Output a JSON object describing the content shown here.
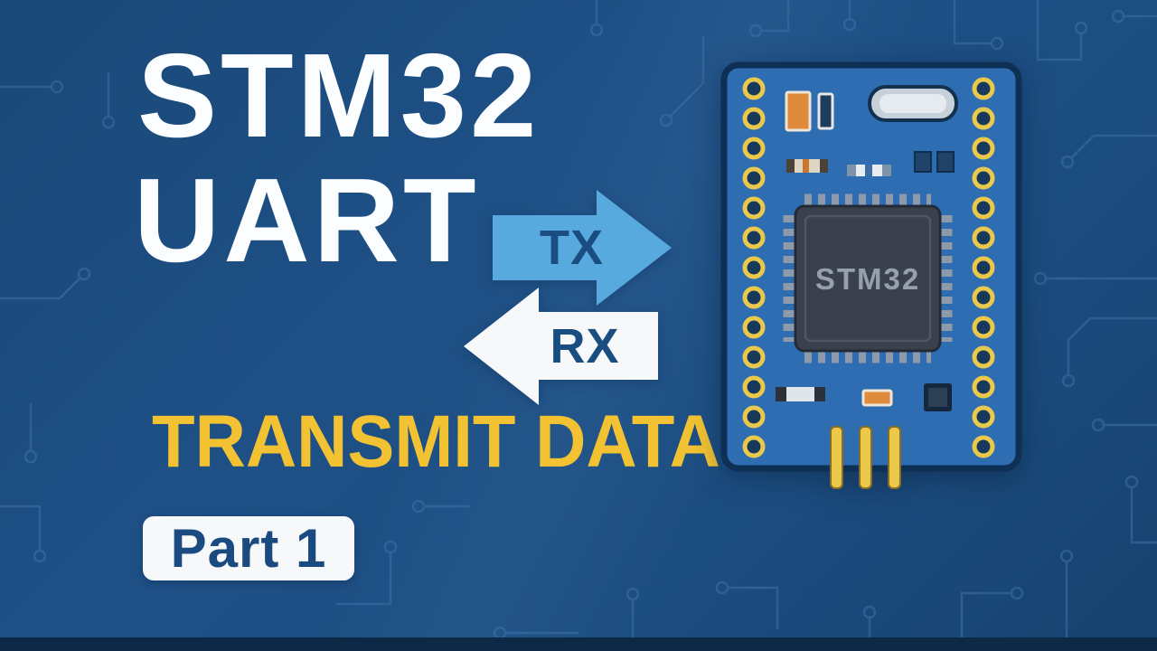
{
  "title": {
    "line1": "STM32",
    "line2": "UART"
  },
  "flow": {
    "tx_label": "TX",
    "rx_label": "RX"
  },
  "subtitle": "TRANSMIT DATA",
  "badge": {
    "label": "Part 1"
  },
  "board": {
    "chip_label": "STM32"
  },
  "colors": {
    "background": "#1d4e82",
    "trace_line": "#3e71a8",
    "tx_arrow": "#58a9de",
    "rx_arrow": "#f6f8f9",
    "arrow_text": "#1a4d80",
    "subtitle_yellow": "#f2c233",
    "badge_bg": "#f7f8f9",
    "badge_text": "#1a4a80",
    "pcb_blue": "#2f6db2",
    "pcb_outline": "#0f3055",
    "pin_gold": "#e9c84b",
    "chip_body": "#3a414d",
    "chip_text": "#95a0ad"
  }
}
